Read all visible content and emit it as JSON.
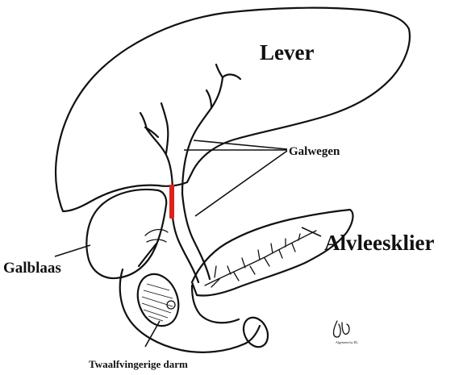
{
  "labels": {
    "liver": "Lever",
    "bile_ducts": "Galwegen",
    "pancreas": "Alvleesklier",
    "gallbladder": "Galblaas",
    "duodenum": "Twaalfvingerige darm",
    "credit": "Algemeen by DL"
  },
  "colors": {
    "outline": "#111111",
    "blockage_marker": "#e0201b",
    "background": "#ffffff"
  },
  "icons": {
    "signature": "artist-signature"
  }
}
